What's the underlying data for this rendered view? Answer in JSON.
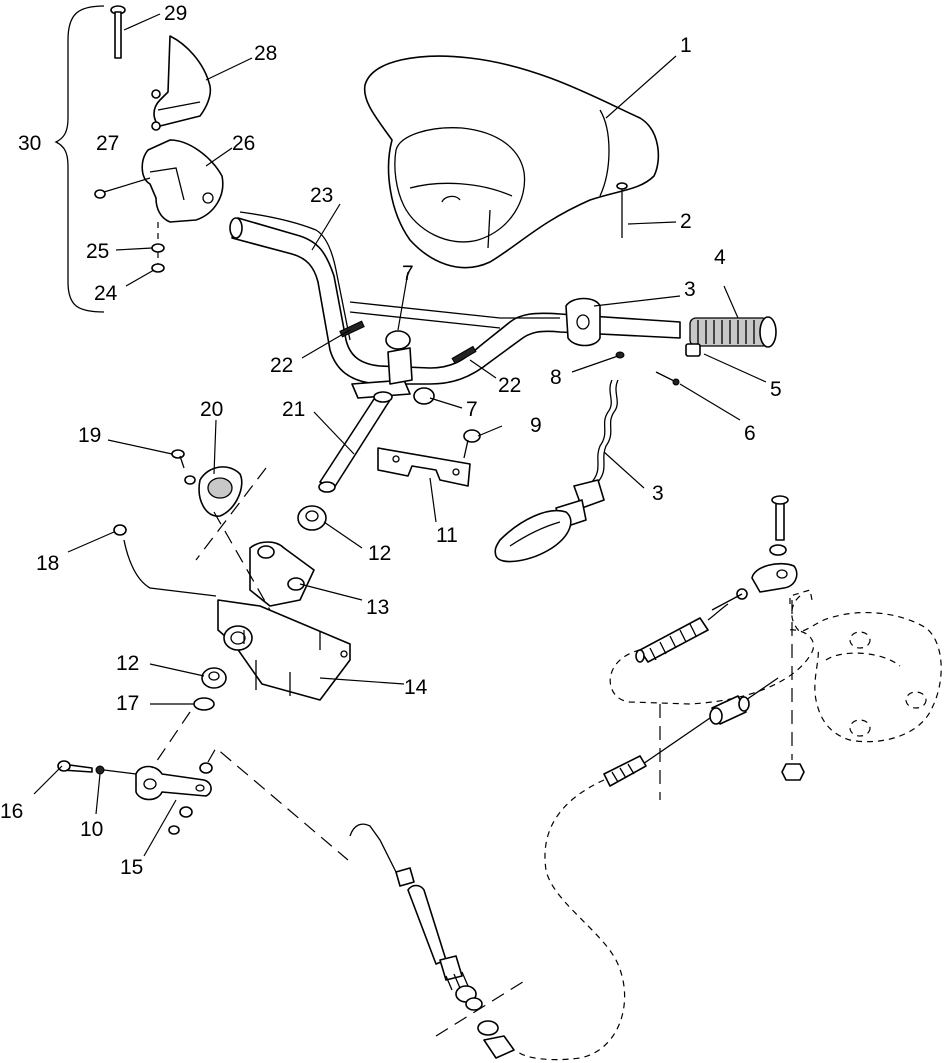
{
  "callouts": {
    "c1": "1",
    "c2": "2",
    "c3a": "3",
    "c3b": "3",
    "c4": "4",
    "c5": "5",
    "c6": "6",
    "c7a": "7",
    "c7b": "7",
    "c8": "8",
    "c9": "9",
    "c10": "10",
    "c11": "11",
    "c12a": "12",
    "c12b": "12",
    "c13": "13",
    "c14": "14",
    "c15": "15",
    "c16": "16",
    "c17": "17",
    "c18": "18",
    "c19": "19",
    "c20": "20",
    "c21": "21",
    "c22a": "22",
    "c22b": "22",
    "c23": "23",
    "c24": "24",
    "c25": "25",
    "c26": "26",
    "c27": "27",
    "c28": "28",
    "c29": "29",
    "c30": "30"
  }
}
